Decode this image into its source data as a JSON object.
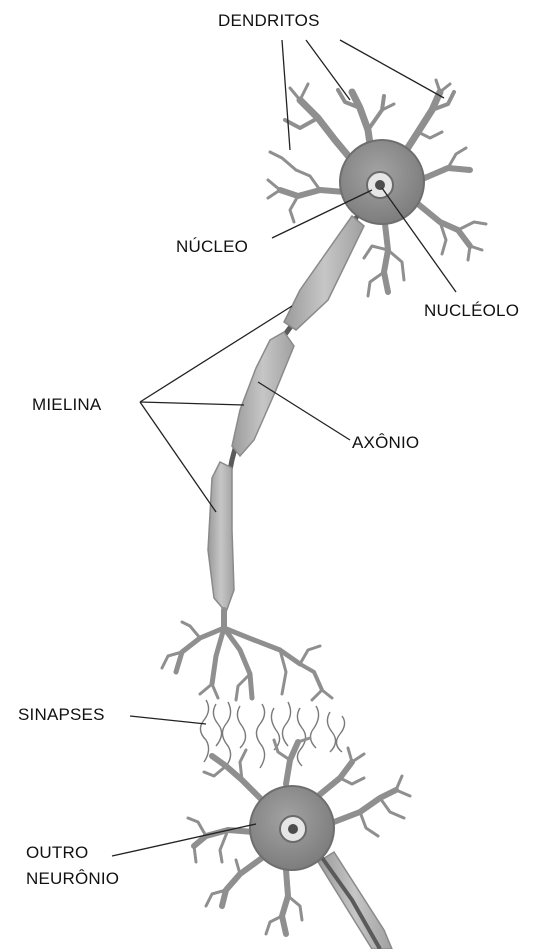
{
  "labels": {
    "dendritos": "DENDRITOS",
    "nucleo": "NÚCLEO",
    "nucleolo": "NUCLÉOLO",
    "mielina": "MIELINA",
    "axonio": "AXÔNIO",
    "sinapses": "SINAPSES",
    "outro_neuronio_line1": "OUTRO",
    "outro_neuronio_line2": "NEURÔNIO"
  },
  "colors": {
    "cell_body": "#8c8c8c",
    "cell_body_dark": "#6e6e6e",
    "myelin": "#a9a9a9",
    "myelin_light": "#c4c4c4",
    "axon": "#5a5a5a",
    "leader_line": "#222222"
  }
}
